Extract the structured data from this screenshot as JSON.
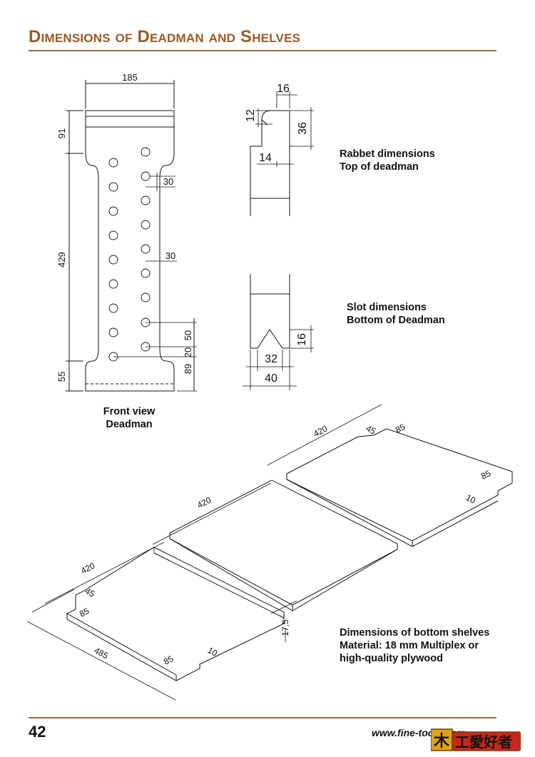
{
  "page": {
    "title": "Dimensions of Deadman and Shelves",
    "page_number": "42",
    "website": "www.fine-tools.com"
  },
  "deadman_front": {
    "caption_line1": "Front view",
    "caption_line2": "Deadman",
    "dims": {
      "width": "185",
      "top": "91",
      "middle": "429",
      "bottom": "55",
      "hole_spacing_a": "30",
      "hole_spacing_b": "30",
      "hole_50": "50",
      "hole_20": "20",
      "hole_89": "89"
    }
  },
  "rabbet": {
    "caption_line1": "Rabbet dimensions",
    "caption_line2": "Top of deadman",
    "dims": {
      "d16": "16",
      "d12": "12",
      "d36": "36",
      "d14": "14"
    }
  },
  "slot": {
    "caption_line1": "Slot dimensions",
    "caption_line2": "Bottom of Deadman",
    "dims": {
      "d16": "16",
      "d32": "32",
      "d40": "40"
    }
  },
  "shelves": {
    "caption_line1": "Dimensions of bottom shelves",
    "caption_line2": "Material: 18 mm Multiplex or",
    "caption_line3": "high-quality plywood",
    "dims": {
      "w1": "420",
      "w2": "420",
      "w3": "420",
      "depth": "485",
      "n45a": "45",
      "n85a": "85",
      "n85b": "85",
      "n10a": "10",
      "n45b": "45",
      "n85c": "85",
      "n85d": "85",
      "n10b": "10",
      "t175": "17,5"
    }
  },
  "logo": {
    "text": "木工愛好者"
  },
  "colors": {
    "title": "#9a5a26",
    "rule": "#9a6a3a",
    "line": "#111111"
  }
}
